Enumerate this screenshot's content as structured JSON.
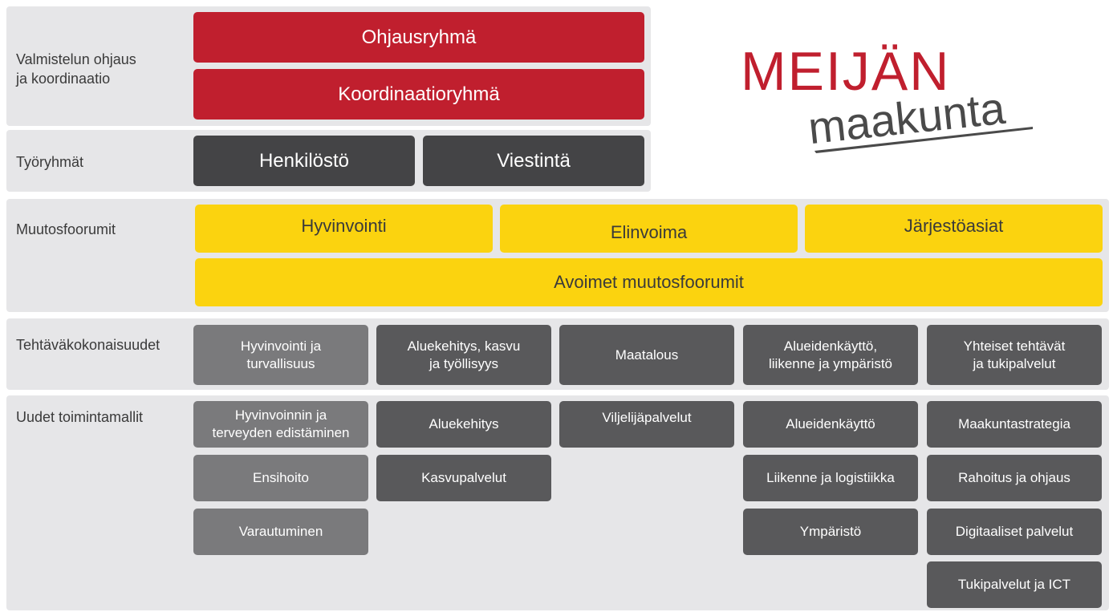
{
  "rows": {
    "governance": {
      "label": "Valmistelun ohjaus\nja koordinaatio",
      "boxes": [
        "Ohjausryhmä",
        "Koordinaatioryhmä"
      ]
    },
    "working_groups": {
      "label": "Työryhmät",
      "boxes": [
        "Henkilöstö",
        "Viestintä"
      ]
    },
    "change_forums": {
      "label": "Muutosfoorumit",
      "boxes": [
        "Hyvinvointi",
        "Elinvoima",
        "Järjestöasiat",
        "Avoimet muutosfoorumit"
      ]
    },
    "task_areas": {
      "label": "Tehtäväkokonaisuudet",
      "boxes": [
        "Hyvinvointi ja\nturvallisuus",
        "Aluekehitys, kasvu\nja työllisyys",
        "Maatalous",
        "Alueidenkäyttö,\nliikenne ja ympäristö",
        "Yhteiset tehtävät\nja tukipalvelut"
      ]
    },
    "new_models": {
      "label": "Uudet toimintamallit",
      "columns": [
        [
          "Hyvinvoinnin ja\nterveyden edistäminen",
          "Ensihoito",
          "Varautuminen"
        ],
        [
          "Aluekehitys",
          "Kasvupalvelut"
        ],
        [
          "Viljelijäpalvelut"
        ],
        [
          "Alueidenkäyttö",
          "Liikenne ja logistiikka",
          "Ympäristö"
        ],
        [
          "Maakuntastrategia",
          "Rahoitus ja ohjaus",
          "Digitaaliset palvelut",
          "Tukipalvelut ja ICT"
        ]
      ]
    }
  },
  "logo": {
    "line1": "MEIJÄN",
    "line2": "maakunta",
    "colors": {
      "red": "#c01f2e",
      "gray": "#4a4a4a"
    }
  },
  "colors": {
    "red": "#c01f2e",
    "dark": "#444446",
    "yellow": "#fbd30f",
    "gray": "#7a7a7c",
    "mid": "#59595b",
    "band": "#e6e6e8"
  }
}
